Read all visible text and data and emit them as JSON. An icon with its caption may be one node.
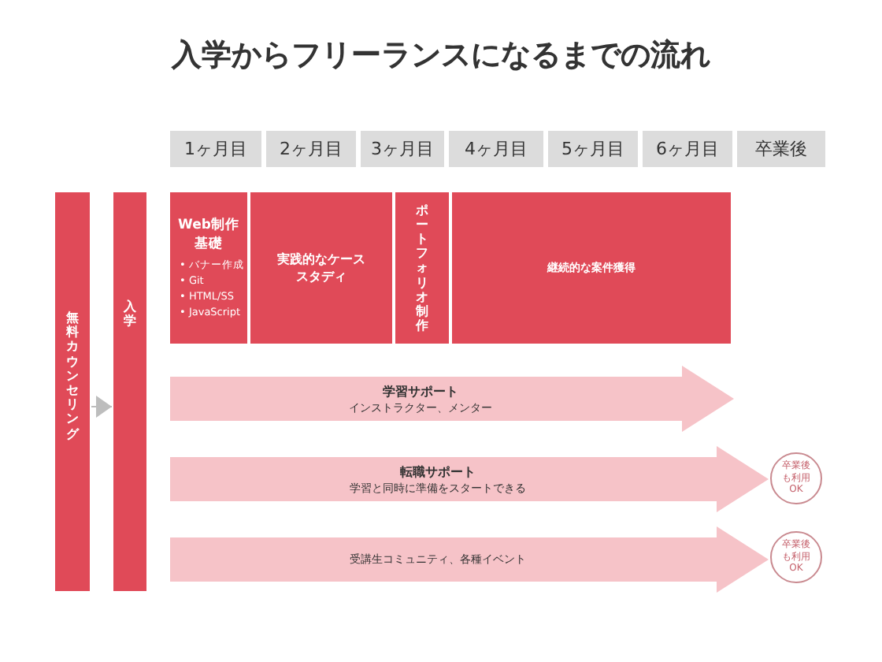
{
  "diagram": {
    "title": "入学からフリーランスになるまでの流れ",
    "nodes": [
      {
        "text": [
          "1ヶ月目"
        ]
      },
      {
        "text": [
          "2ヶ月目"
        ]
      },
      {
        "text": [
          "3ヶ月目"
        ]
      },
      {
        "text": [
          "4ヶ月目"
        ]
      },
      {
        "text": [
          "5ヶ月目"
        ]
      },
      {
        "text": [
          "6ヶ月目"
        ]
      },
      {
        "text": [
          "卒業後"
        ]
      },
      {
        "text": [
          "無料カウンセリング"
        ]
      },
      {
        "text": [
          "入学"
        ]
      },
      {
        "text": [
          "Web制作基礎",
          "• バナー作成",
          "• Git",
          "• HTML/SS",
          "• JavaScript"
        ]
      },
      {
        "text": [
          "実践的なケーススタディ"
        ]
      },
      {
        "text": [
          "ポートフォリオ制作"
        ]
      },
      {
        "text": [
          "継続的な案件獲得"
        ]
      },
      {
        "text": [
          "学習サポート",
          "インストラクター、メンター"
        ]
      },
      {
        "text": [
          "転職サポート",
          "学習と同時に準備をスタートできる"
        ]
      },
      {
        "text": [
          "受講生コミュニティ、各種イベント"
        ]
      },
      {
        "text": [
          "卒業後も利用OK"
        ]
      },
      {
        "text": [
          "卒業後も利用OK"
        ]
      }
    ],
    "edges": [
      {
        "from": 7,
        "to": 8,
        "arrow": "to"
      }
    ]
  }
}
